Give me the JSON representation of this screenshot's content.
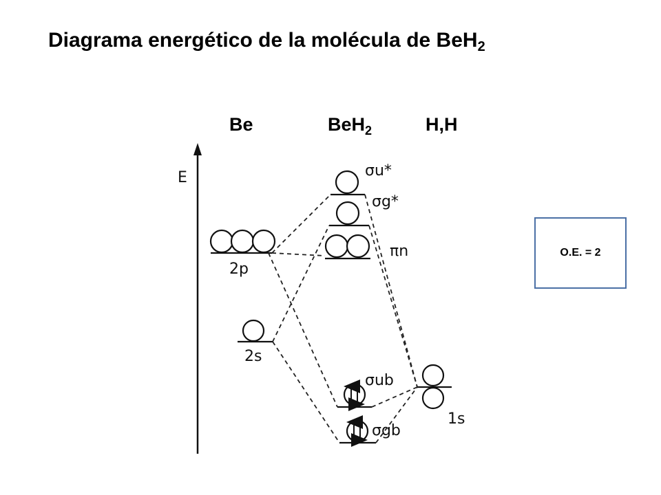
{
  "title": {
    "text": "Diagrama energético de la molécula de BeH",
    "subscript": "2"
  },
  "columns": {
    "left": "Be",
    "middle": "BeH",
    "middle_sub": "2",
    "right": "H,H"
  },
  "axis_label": "E",
  "levels": {
    "be_2p": "2p",
    "be_2s": "2s",
    "h_1s": "1s",
    "sigma_u_star": "σu*",
    "sigma_g_star": "σg*",
    "pi_n": "πn",
    "sigma_u_b": "σub",
    "sigma_g_b": "σgb"
  },
  "bond_order": "O.E. = 2"
}
